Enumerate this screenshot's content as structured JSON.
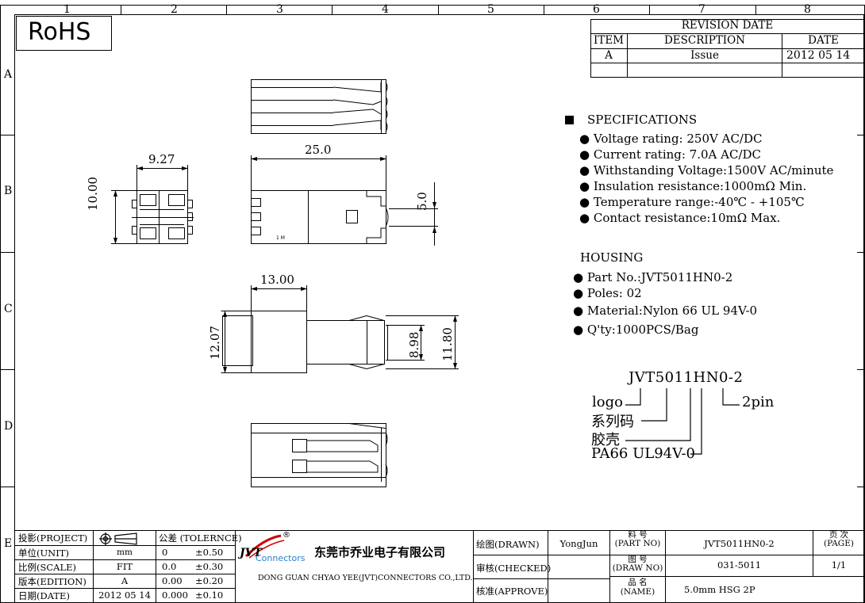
{
  "border": {
    "columns": [
      "1",
      "2",
      "3",
      "4",
      "5",
      "6",
      "7",
      "8"
    ],
    "rows": [
      "A",
      "B",
      "C",
      "D",
      "E"
    ]
  },
  "rohs": "RoHS",
  "revision": {
    "title": "REVISION DATE",
    "headers": [
      "ITEM",
      "DESCRIPTION",
      "DATE"
    ],
    "rows": [
      {
        "item": "A",
        "description": "Issue",
        "date": "2012 05 14"
      }
    ]
  },
  "specifications": {
    "title": "SPECIFICATIONS",
    "items": [
      "Voltage rating: 250V AC/DC",
      "Current rating: 7.0A AC/DC",
      "Withstanding Voltage:1500V AC/minute",
      "Insulation resistance:1000mΩ  Min.",
      "Temperature range:-40℃  -  +105℃",
      "Contact resistance:10mΩ  Max."
    ]
  },
  "housing": {
    "title": "HOUSING",
    "items": [
      "Part No.:JVT5011HN0-2",
      "Poles: 02",
      "Material:Nylon 66 UL 94V-0",
      "Q'ty:1000PCS/Bag"
    ]
  },
  "part_code": {
    "code": "JVT5011HN0-2",
    "logo": "logo",
    "series": "系列码",
    "housing": "胶壳",
    "material": "PA66 UL94V-0",
    "pins": "2pin"
  },
  "dimensions": {
    "width_front": "9.27",
    "height_front": "10.00",
    "length_side": "25.0",
    "pitch": "5.0",
    "length_top": "13.00",
    "height_top": "12.07",
    "inner_height": "8.98",
    "outer_height": "11.80",
    "tiny_mark": "1 M"
  },
  "title_block": {
    "project_label": "投影(PROJECT)",
    "unit_label": "单位(UNIT)",
    "unit_value": "mm",
    "scale_label": "比例(SCALE)",
    "scale_value": "FIT",
    "edition_label": "版本(EDITION)",
    "edition_value": "A",
    "date_label": "日期(DATE)",
    "date_value": "2012 05 14",
    "tolerance_label": "公差 (TOLERNCE)",
    "tolerances": [
      {
        "precision": "0",
        "value": "±0.50"
      },
      {
        "precision": "0.0",
        "value": "±0.30"
      },
      {
        "precision": "0.00",
        "value": "±0.20"
      },
      {
        "precision": "0.000",
        "value": "±0.10"
      }
    ],
    "company_cn": "东莞市乔业电子有限公司",
    "company_en": "DONG GUAN CHYAO YEE(JVT)CONNECTORS CO.,LTD.",
    "logo_text": "JVT",
    "logo_sub": "Connectors",
    "logo_mark": "®",
    "drawn_label": "绘图(DRAWN)",
    "drawn_value": "YongJun",
    "checked_label": "审核(CHECKED)",
    "approve_label": "核准(APPROVE)",
    "part_no_label_cn": "料  号",
    "part_no_label_en": "(PART NO)",
    "part_no_value": "JVT5011HN0-2",
    "draw_no_label_cn": "图  号",
    "draw_no_label_en": "(DRAW NO)",
    "draw_no_value": "031-5011",
    "name_label_cn": "品  名",
    "name_label_en": "(NAME)",
    "name_value": "5.0mm HSG 2P",
    "page_label_cn": "页 次",
    "page_label_en": "(PAGE)",
    "page_value": "1/1"
  }
}
